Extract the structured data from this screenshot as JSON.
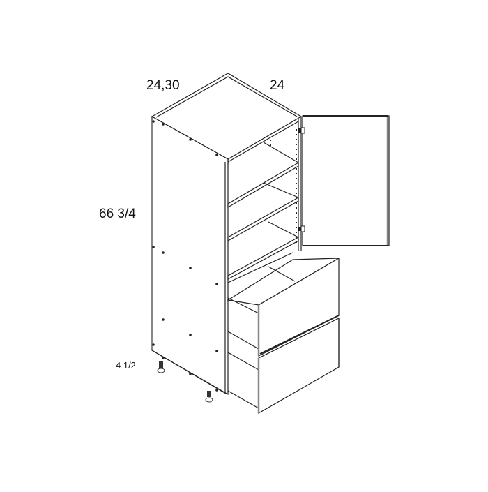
{
  "drawing": {
    "subject": "Tall pantry cabinet with single door, adjustable shelves and two drawers",
    "dimensions": {
      "width_label": "24,30",
      "depth_label": "24",
      "height_label": "66 3/4",
      "toe_kick_label": "4 1/2"
    },
    "components": {
      "shelves": 3,
      "drawers": 2,
      "doors": 1,
      "hinges": 2,
      "leveling_legs": 2
    },
    "colors": {
      "line": "#222222",
      "background": "#ffffff",
      "edge_gray": "#888888"
    }
  }
}
